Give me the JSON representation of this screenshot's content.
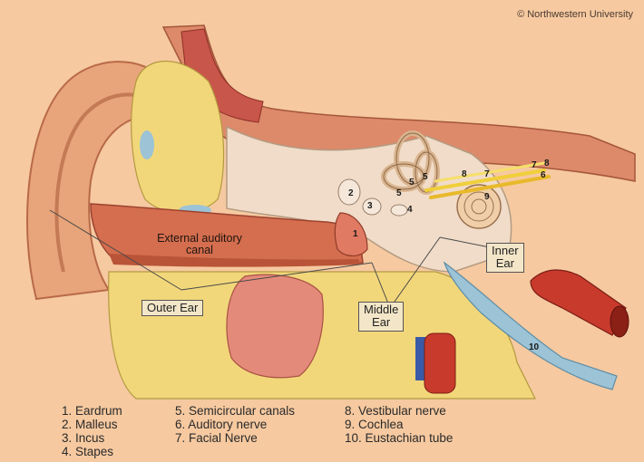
{
  "copyright": "© Northwestern University",
  "regions": {
    "outer_ear": "Outer Ear",
    "middle_ear_line1": "Middle",
    "middle_ear_line2": "Ear",
    "inner_ear_line1": "Inner",
    "inner_ear_line2": "Ear",
    "canal_line1": "External auditory",
    "canal_line2": "canal"
  },
  "markers": [
    "1",
    "2",
    "3",
    "4",
    "5",
    "5",
    "5",
    "6",
    "7",
    "8",
    "9",
    "10",
    "7",
    "8"
  ],
  "legend": {
    "col1": [
      "1. Eardrum",
      "2. Malleus",
      "3. Incus",
      "4. Stapes"
    ],
    "col2": [
      "5. Semicircular canals",
      "6. Auditory nerve",
      "7. Facial Nerve"
    ],
    "col3": [
      "8. Vestibular nerve",
      "9. Cochlea",
      "10. Eustachian tube"
    ]
  }
}
